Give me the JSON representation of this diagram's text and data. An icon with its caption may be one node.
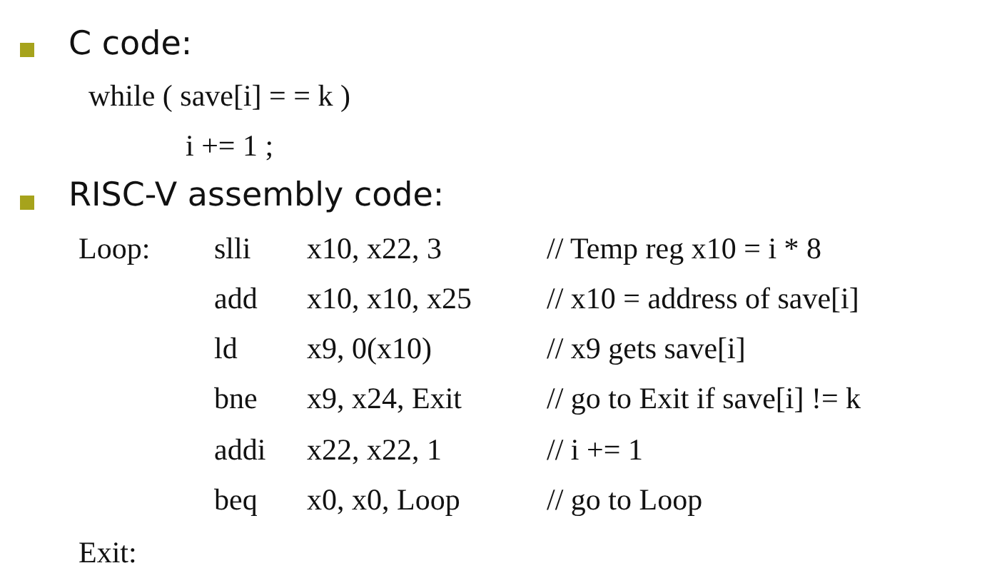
{
  "diagram": {
    "labels": [
      "C code:",
      "while ( save[i] = = k )",
      "i += 1 ;",
      "RISC-V assembly code:",
      "Loop:",
      "slli",
      "x10, x22, 3",
      "// Temp reg x10 = i * 8",
      "add",
      "x10, x10, x25",
      "// x10 = address of save[i]",
      "ld",
      "x9, 0(x10)",
      "// x9 gets save[i]",
      "bne",
      "x9, x24, Exit",
      "// go to Exit if save[i] != k",
      "addi",
      "x22, x22, 1",
      "// i += 1",
      "beq",
      "x0, x0, Loop",
      "// go to Loop",
      "Exit:"
    ]
  }
}
